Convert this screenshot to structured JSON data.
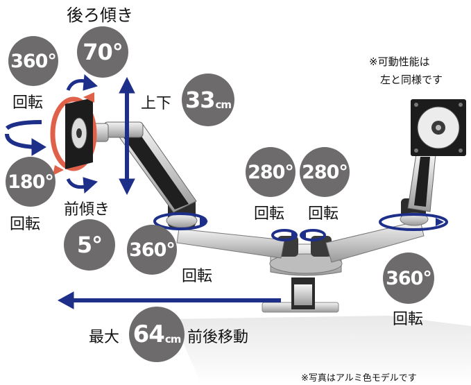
{
  "header": {
    "tilt_back": "後ろ傾き"
  },
  "monitor_left": {
    "rotation_360": "360°",
    "rotation_label": "回転",
    "tilt_back_deg": "70°",
    "rotation_180": "180°",
    "rotation_label_2": "回転",
    "tilt_forward": "前傾き",
    "tilt_forward_deg": "5°"
  },
  "height": {
    "label": "上下",
    "value": "33",
    "unit": "cm"
  },
  "joints": {
    "center_left": {
      "value": "280°",
      "label": "回転"
    },
    "center_right": {
      "value": "280°",
      "label": "回転"
    },
    "left_arm_base": {
      "value": "360°",
      "label": "回転"
    },
    "right_arm_base": {
      "value": "360°",
      "label": "回転"
    }
  },
  "right_monitor_note": {
    "line1": "※可動性能は",
    "line2": "左と同様です"
  },
  "reach": {
    "prefix": "最大",
    "value": "64",
    "unit": "cm",
    "suffix": "前後移動"
  },
  "footer_note": "※写真はアルミ色モデルです",
  "colors": {
    "badge": "#6e6b6c",
    "arrow": "#1e2f8a",
    "red_arrow": "#e0614a"
  }
}
